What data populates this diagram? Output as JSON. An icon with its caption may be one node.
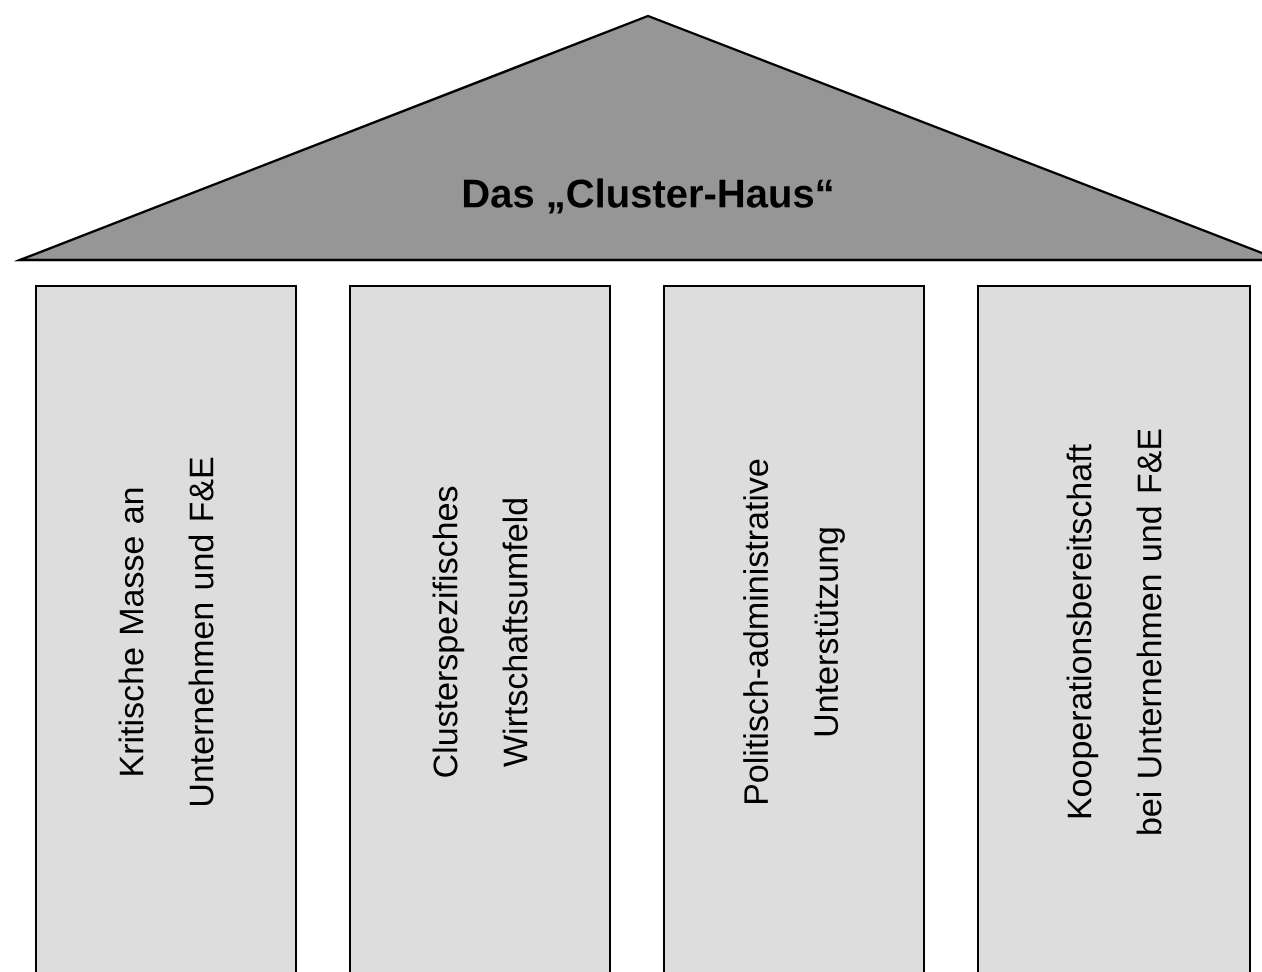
{
  "diagram": {
    "nodes": [
      {
        "text": [
          "Das „Cluster-Haus“"
        ]
      },
      {
        "text": [
          "Kritische Masse an Unternehmen und F&E"
        ]
      },
      {
        "text": [
          "Clusterspezifisches Wirtschaftsumfeld"
        ]
      },
      {
        "text": [
          "Politisch-administrative Unterstützung"
        ]
      },
      {
        "text": [
          "Kooperationsbereitschaft bei Unternehmen und F&E"
        ]
      }
    ]
  }
}
